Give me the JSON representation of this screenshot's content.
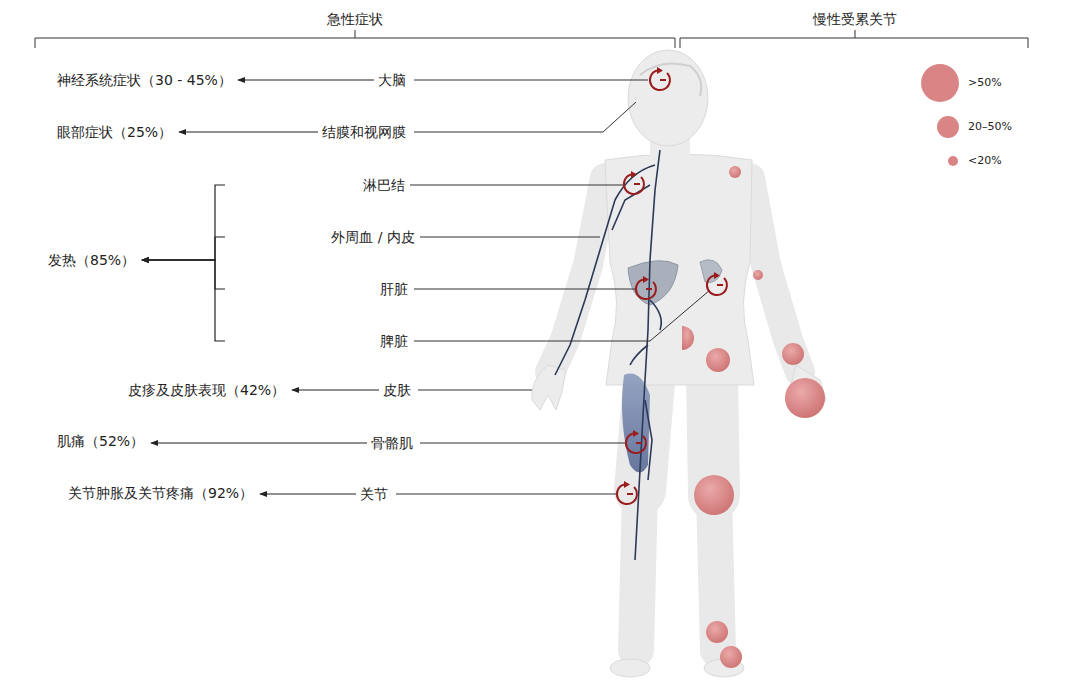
{
  "diagram": {
    "nodes": [
      {
        "text": [
          "神经系统症状（30 - 45%）"
        ]
      },
      {
        "text": [
          "大脑"
        ]
      },
      {
        "text": [
          "眼部症状（25%）"
        ]
      },
      {
        "text": [
          "结膜和视网膜"
        ]
      },
      {
        "text": [
          "淋巴结"
        ]
      },
      {
        "text": [
          "外周血 / 内皮"
        ]
      },
      {
        "text": [
          "发热（85%）"
        ]
      },
      {
        "text": [
          "肝脏"
        ]
      },
      {
        "text": [
          "脾脏"
        ]
      },
      {
        "text": [
          "皮疹及皮肤表现（42%）"
        ]
      },
      {
        "text": [
          "皮肤"
        ]
      },
      {
        "text": [
          "肌痛（52%）"
        ]
      },
      {
        "text": [
          "骨骼肌"
        ]
      },
      {
        "text": [
          "关节肿胀及关节疼痛（92%）"
        ]
      },
      {
        "text": [
          "关节"
        ]
      }
    ],
    "edges": [
      {
        "from": 1,
        "to": 0,
        "arrow": "to"
      },
      {
        "from": 3,
        "to": 2,
        "arrow": "to"
      },
      {
        "from": 4,
        "to": 6,
        "arrow": "to"
      },
      {
        "from": 5,
        "to": 6,
        "arrow": "to"
      },
      {
        "from": 7,
        "to": 6,
        "arrow": "to"
      },
      {
        "from": 8,
        "to": 6,
        "arrow": "to"
      },
      {
        "from": 10,
        "to": 9,
        "arrow": "to"
      },
      {
        "from": 12,
        "to": 11,
        "arrow": "to"
      },
      {
        "from": 14,
        "to": 13,
        "arrow": "to"
      }
    ],
    "labels": [
      "急性症状",
      "慢性受累关节"
    ],
    "legend": [
      {
        "text": ">50%",
        "color": "#d98585"
      },
      {
        "text": "20–50%",
        "color": "#d98585"
      },
      {
        "text": "<20%",
        "color": "#d98585"
      }
    ]
  }
}
